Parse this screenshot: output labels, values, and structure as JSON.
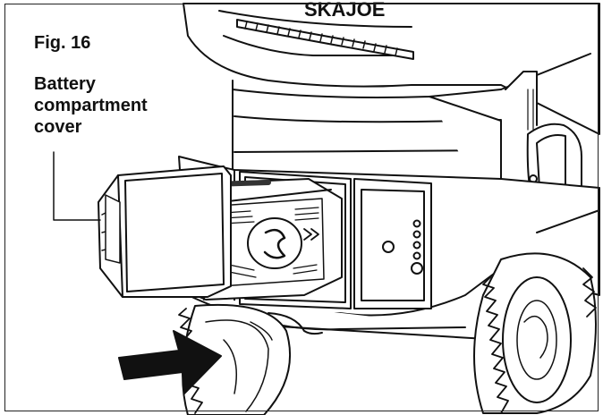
{
  "figure": {
    "label": "Fig. 16",
    "callout_lines": [
      "Battery",
      "compartment",
      "cover"
    ],
    "brand_text": "SKAJOE",
    "colors": {
      "ink": "#111111",
      "fill": "#ffffff",
      "frame": "#222222"
    }
  }
}
